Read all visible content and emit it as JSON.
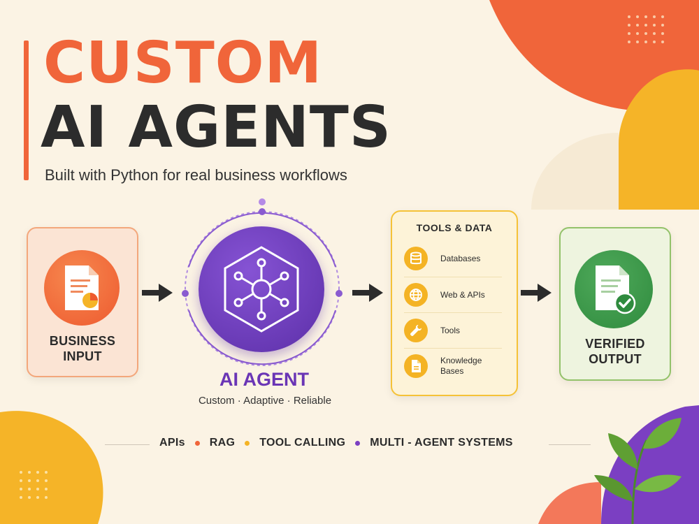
{
  "title": {
    "line1": "CUSTOM",
    "line2": "AI AGENTS",
    "subtitle": "Built with Python for real business workflows"
  },
  "input_card": {
    "label_line1": "BUSINESS",
    "label_line2": "INPUT",
    "icon": "document-chart-icon"
  },
  "agent": {
    "title": "AI AGENT",
    "subtitle": "Custom · Adaptive · Reliable",
    "icon": "network-hexagon-icon"
  },
  "tools_card": {
    "heading": "TOOLS & DATA",
    "items": [
      {
        "label": "Databases",
        "icon": "database-icon"
      },
      {
        "label": "Web & APIs",
        "icon": "globe-icon"
      },
      {
        "label": "Tools",
        "icon": "wrench-icon"
      },
      {
        "label": "Knowledge Bases",
        "icon": "document-icon"
      }
    ]
  },
  "output_card": {
    "label_line1": "VERIFIED",
    "label_line2": "OUTPUT",
    "icon": "document-check-icon"
  },
  "tags": [
    {
      "label": "APIs"
    },
    {
      "label": "RAG"
    },
    {
      "label": "TOOL CALLING"
    },
    {
      "label": "MULTI - AGENT SYSTEMS"
    }
  ],
  "colors": {
    "background": "#fbf3e4",
    "orange": "#f0653a",
    "yellow": "#f4b324",
    "purple": "#6a35b5",
    "green": "#3f9b4c",
    "dark": "#2c2c2c"
  }
}
